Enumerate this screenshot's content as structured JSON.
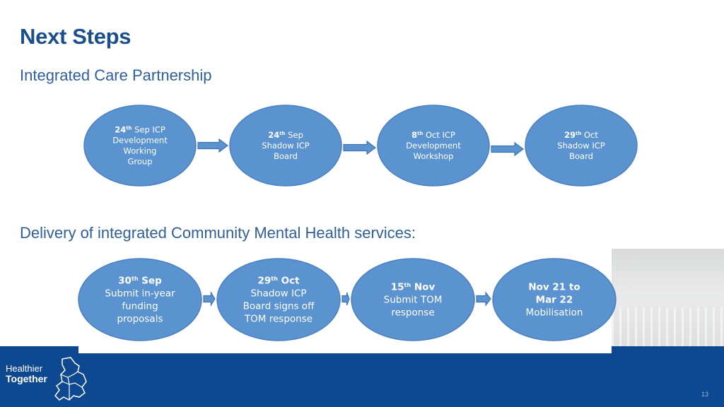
{
  "slide": {
    "title": "Next Steps",
    "section1": "Integrated Care Partnership",
    "section2": "Delivery of integrated Community Mental Health services:",
    "page_number": "13"
  },
  "logo": {
    "line1": "Healthier",
    "line2": "Together",
    "icon": "region-map-icon"
  },
  "flow1": [
    {
      "day": "24",
      "sup": "th",
      "rest": " Sep ICP",
      "lines": [
        "Development",
        "Working",
        "Group"
      ]
    },
    {
      "day": "24",
      "sup": "th",
      "rest": " Sep",
      "lines": [
        "Shadow ICP",
        "Board"
      ]
    },
    {
      "day": "8",
      "sup": "th",
      "rest": " Oct ICP",
      "lines": [
        "Development",
        "Workshop"
      ]
    },
    {
      "day": "29",
      "sup": "th",
      "rest": " Oct",
      "lines": [
        "Shadow ICP",
        "Board"
      ]
    }
  ],
  "flow2": [
    {
      "day": "30",
      "sup": "th",
      "rest": " Sep",
      "lines": [
        "Submit in-year",
        "funding",
        "proposals"
      ]
    },
    {
      "day": "29",
      "sup": "th",
      "rest": " Oct",
      "lines": [
        "Shadow ICP",
        "Board signs off",
        "TOM response"
      ]
    },
    {
      "day": "15",
      "sup": "th",
      "rest": " Nov",
      "lines": [
        "Submit TOM",
        "response"
      ]
    },
    {
      "day": "",
      "sup": "",
      "rest": "Nov 21 to",
      "lines": [
        "Mar 22",
        "Mobilisation"
      ]
    }
  ],
  "colors": {
    "title": "#1a4f8c",
    "circle": "#5b93d0",
    "band": "#0d4891"
  }
}
